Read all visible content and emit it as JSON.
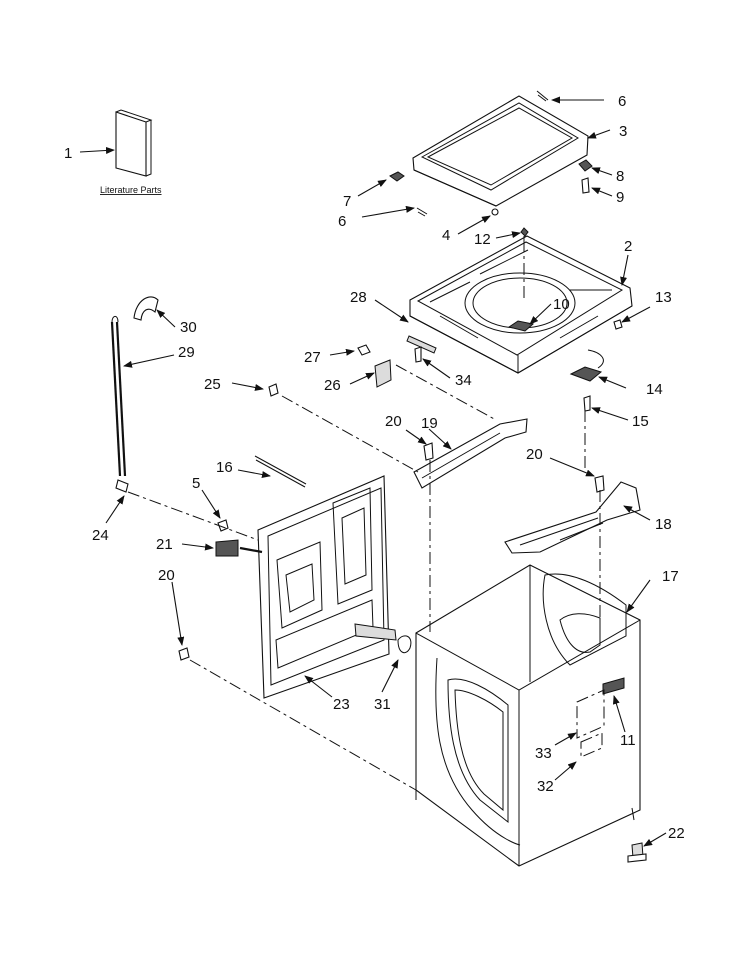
{
  "literature_label": "Literature Parts",
  "callouts": [
    "1",
    "2",
    "3",
    "4",
    "5",
    "6",
    "6",
    "7",
    "8",
    "9",
    "10",
    "11",
    "12",
    "13",
    "14",
    "15",
    "16",
    "17",
    "18",
    "19",
    "20",
    "20",
    "20",
    "21",
    "22",
    "23",
    "24",
    "25",
    "26",
    "27",
    "28",
    "29",
    "30",
    "31",
    "32",
    "33",
    "34"
  ]
}
